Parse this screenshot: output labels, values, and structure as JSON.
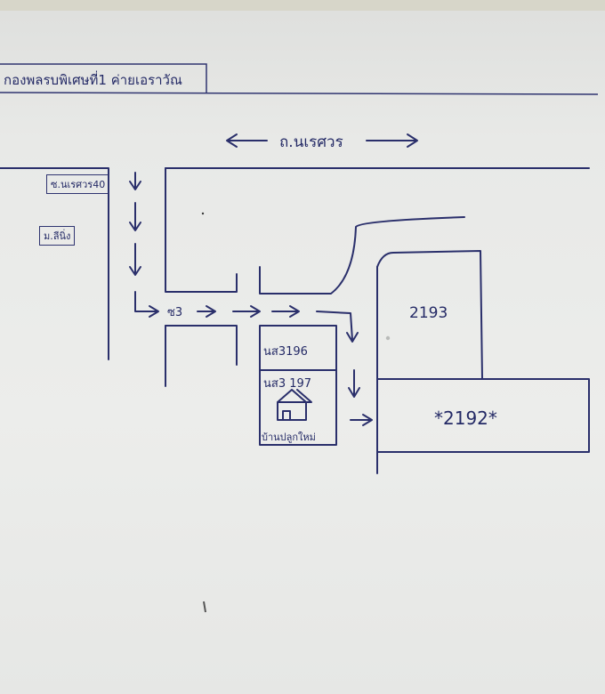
{
  "header": {
    "title": "กองพลรบพิเศษที่1 ค่ายเอราวัณ"
  },
  "road": {
    "name": "ถ.นเรศวร"
  },
  "labels": {
    "soi_naresuan": "ซ.นเรศวร40",
    "side_tag": "ม.ลีนิ่ง",
    "soi3": "ซ3",
    "lot_2193": "2193",
    "lot_2192": "*2192*",
    "lot_nso3196": "นส3196",
    "lot_nso3197": "นส3 197",
    "new_house": "บ้านปลูกใหม่"
  },
  "colors": {
    "ink": "#2a2f6b",
    "paper": "#ecedeb"
  },
  "icons": [
    "arrow-left-icon",
    "arrow-right-icon",
    "arrow-down-icon",
    "house-icon"
  ]
}
